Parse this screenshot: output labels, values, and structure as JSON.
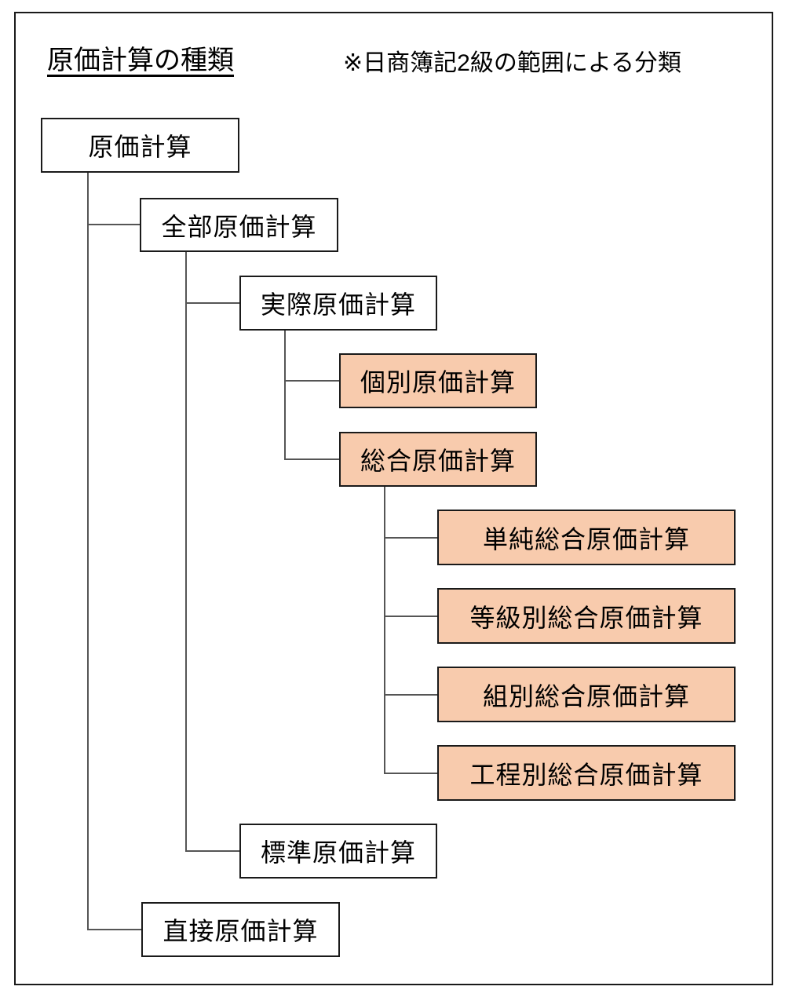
{
  "page": {
    "title": "原価計算の種類",
    "note": "※日商簿記2級の範囲による分類"
  },
  "colors": {
    "highlight_fill": "#F8CBAD",
    "box_fill": "#FFFFFF",
    "box_border": "#1A1A1A",
    "connector": "#555555",
    "text": "#000000"
  },
  "nodes": [
    {
      "label": "原価計算",
      "level": 0,
      "highlighted": false
    },
    {
      "label": "全部原価計算",
      "level": 1,
      "highlighted": false
    },
    {
      "label": "実際原価計算",
      "level": 2,
      "highlighted": false
    },
    {
      "label": "個別原価計算",
      "level": 3,
      "highlighted": true
    },
    {
      "label": "総合原価計算",
      "level": 3,
      "highlighted": true
    },
    {
      "label": "単純総合原価計算",
      "level": 4,
      "highlighted": true
    },
    {
      "label": "等級別総合原価計算",
      "level": 4,
      "highlighted": true
    },
    {
      "label": "組別総合原価計算",
      "level": 4,
      "highlighted": true
    },
    {
      "label": "工程別総合原価計算",
      "level": 4,
      "highlighted": true
    },
    {
      "label": "標準原価計算",
      "level": 2,
      "highlighted": false
    },
    {
      "label": "直接原価計算",
      "level": 1,
      "highlighted": false
    }
  ]
}
